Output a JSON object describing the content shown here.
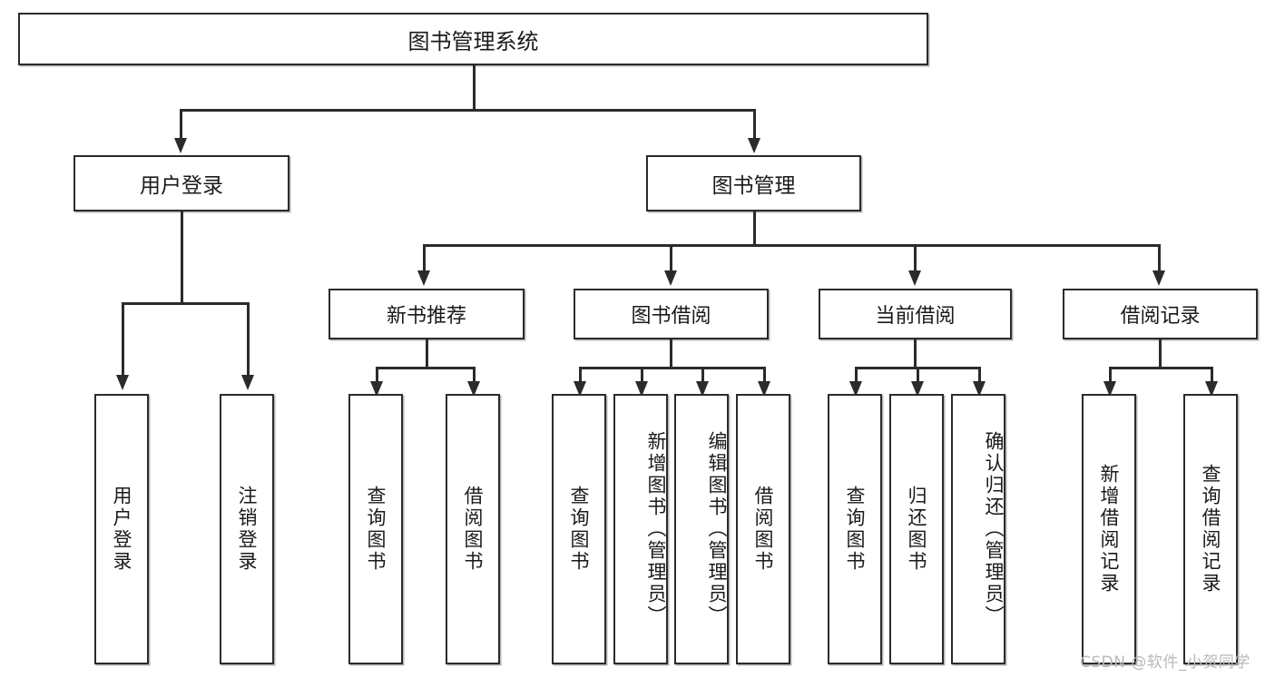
{
  "diagram": {
    "type": "hierarchy-tree",
    "root": {
      "label": "图书管理系统"
    },
    "level1": [
      {
        "label": "用户登录"
      },
      {
        "label": "图书管理"
      }
    ],
    "level2": [
      {
        "label": "新书推荐"
      },
      {
        "label": "图书借阅"
      },
      {
        "label": "当前借阅"
      },
      {
        "label": "借阅记录"
      }
    ],
    "leaves": {
      "user_login": [
        {
          "label": "用户登录"
        },
        {
          "label": "注销登录"
        }
      ],
      "new_book_recommend": [
        {
          "label": "查询图书"
        },
        {
          "label": "借阅图书"
        }
      ],
      "book_borrow": [
        {
          "label": "查询图书"
        },
        {
          "label": "新增图书（管理员）"
        },
        {
          "label": "编辑图书（管理员）"
        },
        {
          "label": "借阅图书"
        }
      ],
      "current_borrow": [
        {
          "label": "查询图书"
        },
        {
          "label": "归还图书"
        },
        {
          "label": "确认归还（管理员）"
        }
      ],
      "borrow_record": [
        {
          "label": "新增借阅记录"
        },
        {
          "label": "查询借阅记录"
        }
      ]
    }
  },
  "watermark": {
    "text": "CSDN @软件_小贺同学"
  },
  "colors": {
    "stroke": "#2b2b2b",
    "background": "#ffffff",
    "text": "#1a1a1a",
    "watermark": "#b9b9b9"
  }
}
